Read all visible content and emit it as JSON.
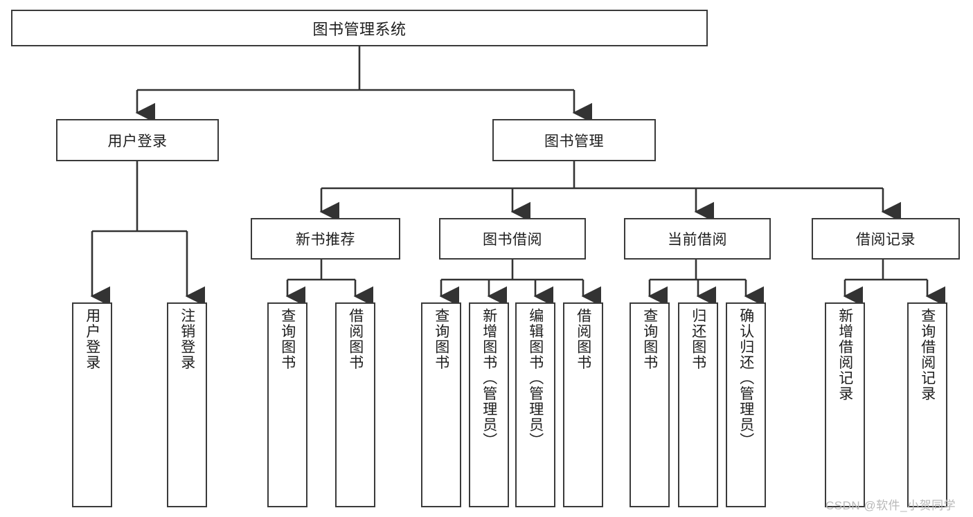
{
  "diagram": {
    "type": "hierarchy-tree",
    "title": "图书管理系统",
    "orientation": "top-down",
    "watermark": "CSDN @软件_小贺同学",
    "colors": {
      "box_border": "#3a3a3a",
      "box_fill": "#ffffff",
      "connector": "#333333",
      "text": "#1d1d1d",
      "watermark": "#b9b9b9",
      "background": "#ffffff"
    },
    "levels": [
      {
        "level": 0,
        "nodes": [
          {
            "id": "root",
            "label": "图书管理系统",
            "text_direction": "horizontal"
          }
        ]
      },
      {
        "level": 1,
        "nodes": [
          {
            "id": "login",
            "label": "用户登录",
            "parent": "root",
            "text_direction": "horizontal"
          },
          {
            "id": "bookmgmt",
            "label": "图书管理",
            "parent": "root",
            "text_direction": "horizontal"
          }
        ]
      },
      {
        "level": 2,
        "nodes": [
          {
            "id": "newbook",
            "label": "新书推荐",
            "parent": "bookmgmt",
            "text_direction": "horizontal"
          },
          {
            "id": "borrow",
            "label": "图书借阅",
            "parent": "bookmgmt",
            "text_direction": "horizontal"
          },
          {
            "id": "current",
            "label": "当前借阅",
            "parent": "bookmgmt",
            "text_direction": "horizontal"
          },
          {
            "id": "records",
            "label": "借阅记录",
            "parent": "bookmgmt",
            "text_direction": "horizontal"
          }
        ]
      },
      {
        "level": 3,
        "nodes": [
          {
            "id": "leaf1",
            "label": "用户登录",
            "parent": "login",
            "text_direction": "vertical"
          },
          {
            "id": "leaf2",
            "label": "注销登录",
            "parent": "login",
            "text_direction": "vertical"
          },
          {
            "id": "leaf3",
            "label": "查询图书",
            "parent": "newbook",
            "text_direction": "vertical"
          },
          {
            "id": "leaf4",
            "label": "借阅图书",
            "parent": "newbook",
            "text_direction": "vertical"
          },
          {
            "id": "leaf5",
            "label": "查询图书",
            "parent": "borrow",
            "text_direction": "vertical"
          },
          {
            "id": "leaf6",
            "label": "新增图书（管理员）",
            "parent": "borrow",
            "text_direction": "vertical"
          },
          {
            "id": "leaf7",
            "label": "编辑图书（管理员）",
            "parent": "borrow",
            "text_direction": "vertical"
          },
          {
            "id": "leaf8",
            "label": "借阅图书",
            "parent": "borrow",
            "text_direction": "vertical"
          },
          {
            "id": "leaf9",
            "label": "查询图书",
            "parent": "current",
            "text_direction": "vertical"
          },
          {
            "id": "leaf10",
            "label": "归还图书",
            "parent": "current",
            "text_direction": "vertical"
          },
          {
            "id": "leaf11",
            "label": "确认归还（管理员）",
            "parent": "current",
            "text_direction": "vertical"
          },
          {
            "id": "leaf12",
            "label": "新增借阅记录",
            "parent": "records",
            "text_direction": "vertical"
          },
          {
            "id": "leaf13",
            "label": "查询借阅记录",
            "parent": "records",
            "text_direction": "vertical"
          }
        ]
      }
    ]
  }
}
